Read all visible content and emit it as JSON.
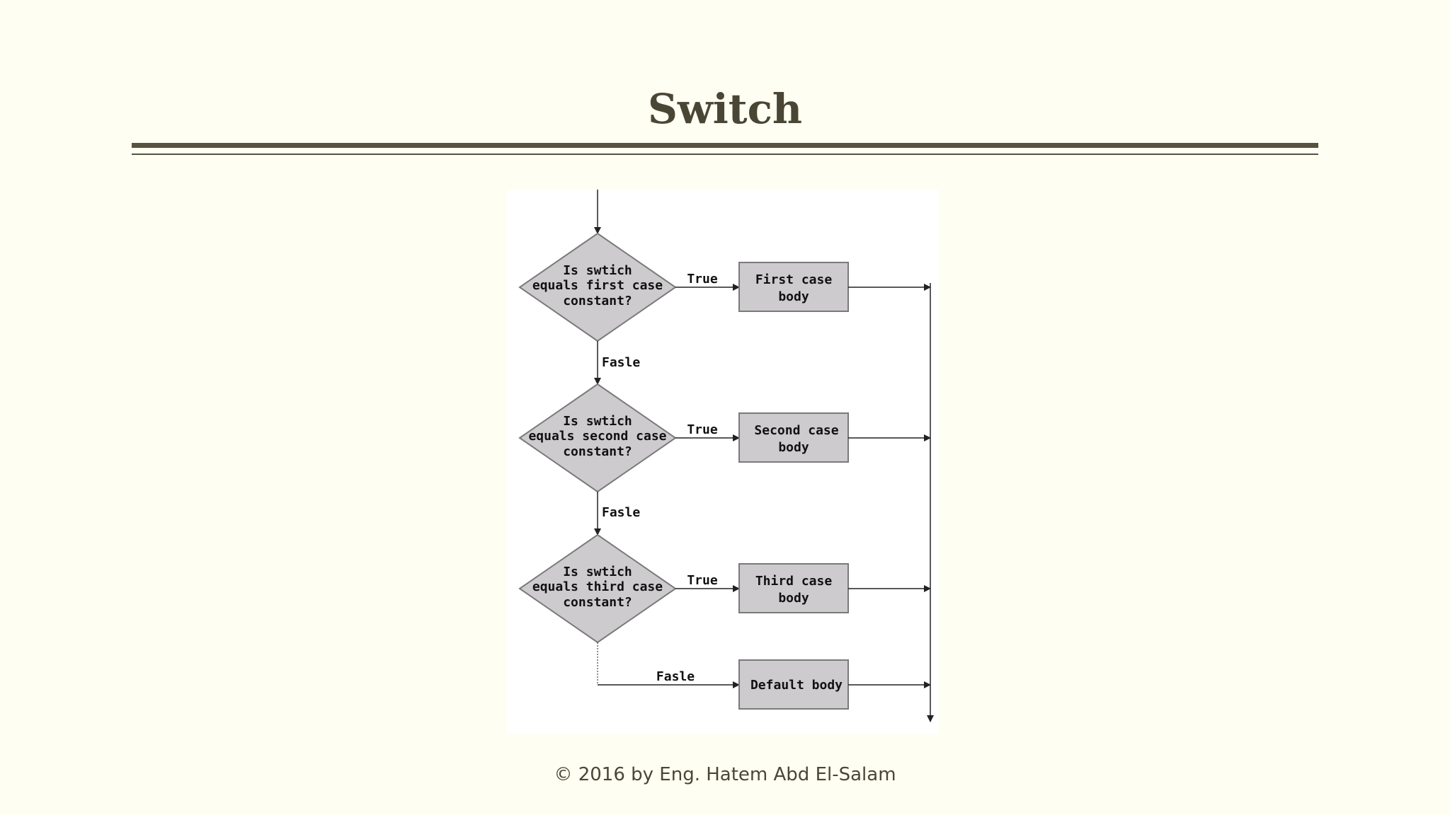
{
  "slide": {
    "title": "Switch",
    "footer": "©  2016 by Eng.  Hatem Abd El-Salam"
  },
  "diagram": {
    "decisions": [
      {
        "lines": [
          "Is swtich",
          "equals first case",
          "constant?"
        ]
      },
      {
        "lines": [
          "Is swtich",
          "equals second case",
          "constant?"
        ]
      },
      {
        "lines": [
          "Is swtich",
          "equals third case",
          "constant?"
        ]
      }
    ],
    "bodies": [
      {
        "lines": [
          "First case",
          "body"
        ]
      },
      {
        "lines": [
          "Second case",
          "body"
        ]
      },
      {
        "lines": [
          "Third case",
          "body"
        ]
      },
      {
        "lines": [
          "Default body"
        ]
      }
    ],
    "edge_labels": {
      "true": "True",
      "false": "Fasle"
    },
    "colors": {
      "shape_fill": "#cdcbcd",
      "shape_stroke": "#7a7a7a",
      "line": "#222222"
    }
  }
}
